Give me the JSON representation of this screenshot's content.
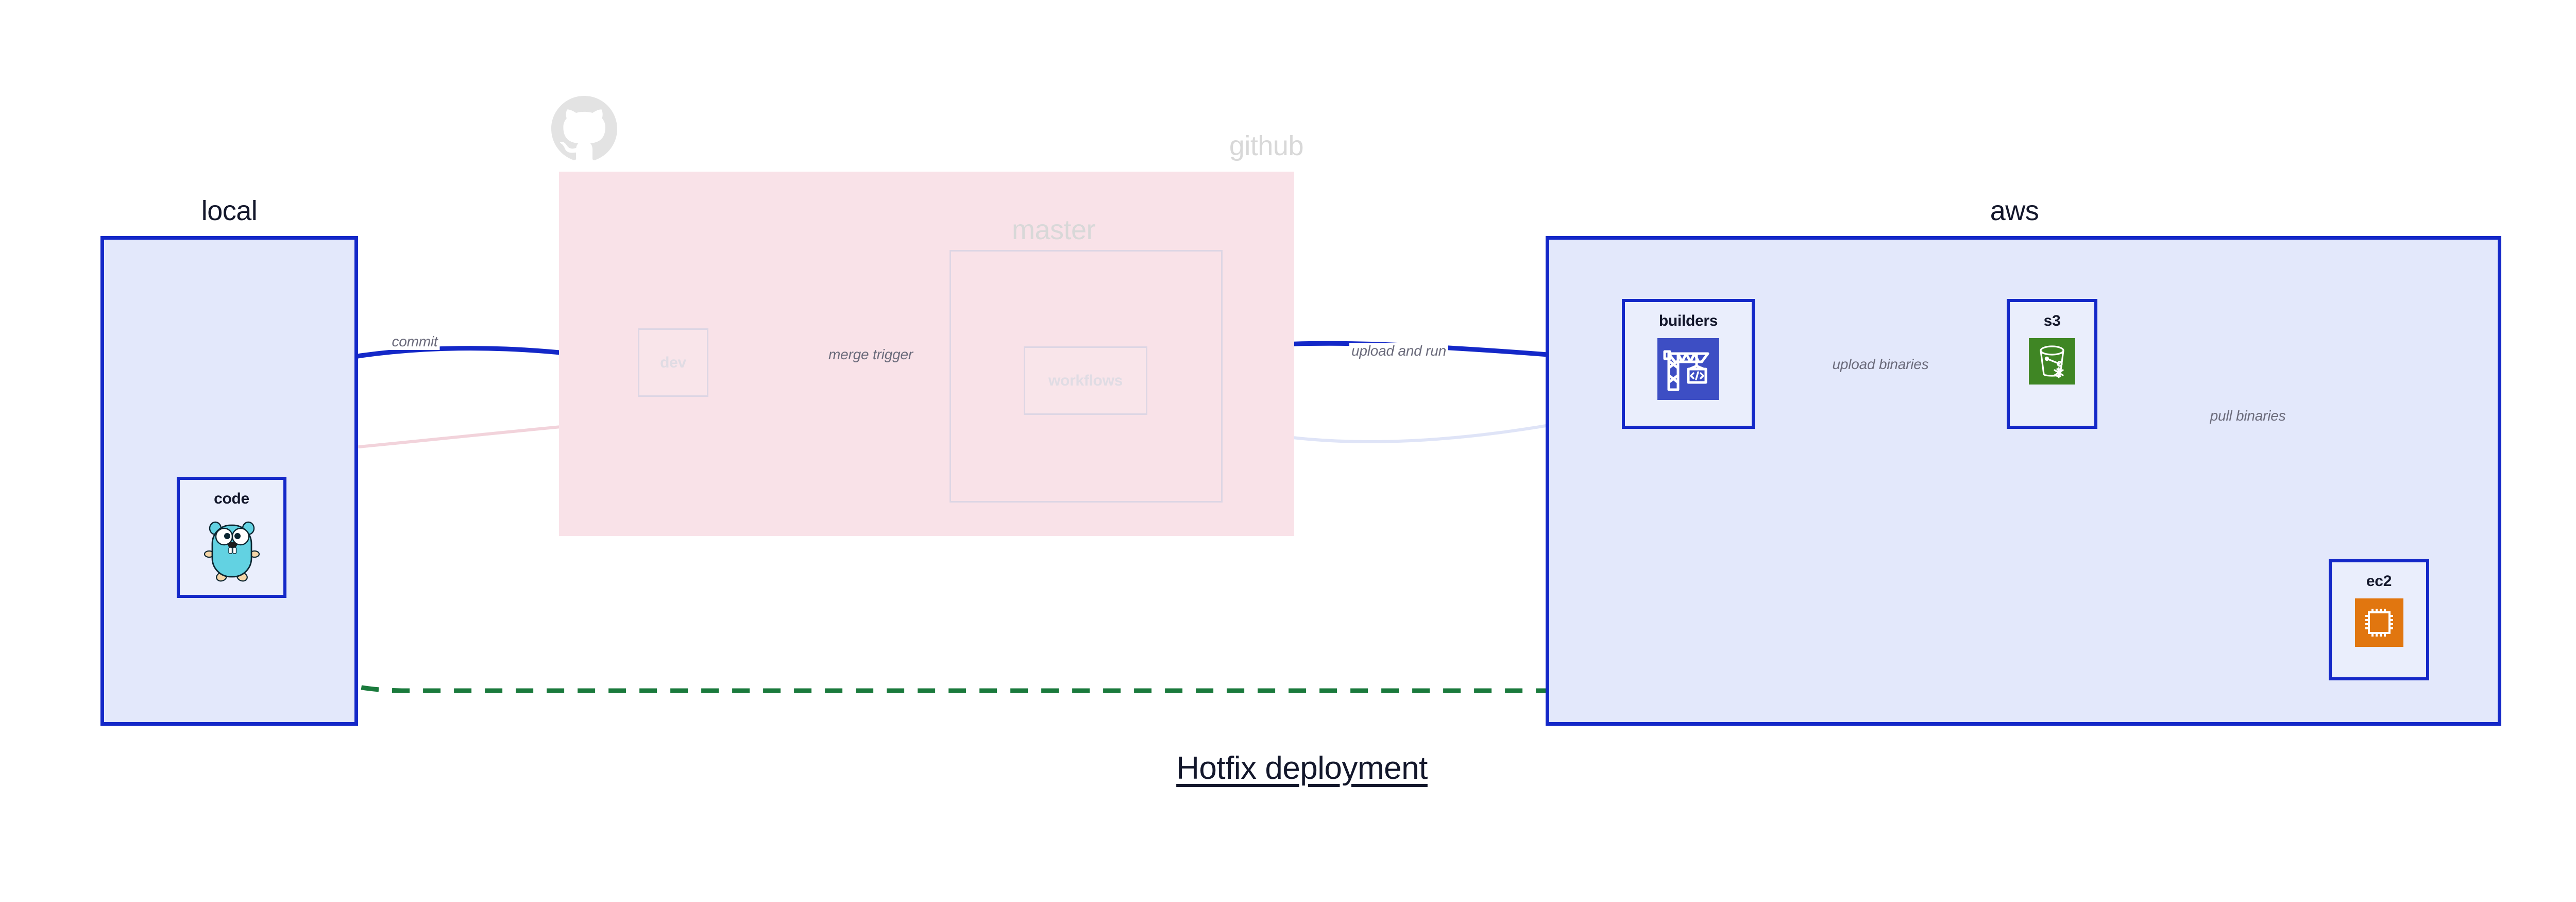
{
  "diagram": {
    "title": "Hotfix deployment",
    "groups": [
      {
        "id": "local",
        "label": "local",
        "color": "#1428c8",
        "fill": "#e3e8fb",
        "faded": false
      },
      {
        "id": "github",
        "label": "github",
        "color": "#ddd6e4",
        "fill": "#f9e2e8",
        "faded": true
      },
      {
        "id": "aws",
        "label": "aws",
        "color": "#1428c8",
        "fill": "#e3e8fb",
        "faded": false
      }
    ],
    "subgroups": [
      {
        "id": "master",
        "label": "master",
        "parent": "github",
        "faded": true
      }
    ],
    "nodes": [
      {
        "id": "code",
        "label": "code",
        "group": "local",
        "icon": "go-gopher-icon",
        "faded": false
      },
      {
        "id": "dev",
        "label": "dev",
        "group": "github",
        "icon": "none",
        "faded": true
      },
      {
        "id": "workflows",
        "label": "workflows",
        "group": "master",
        "icon": "none",
        "faded": true
      },
      {
        "id": "builders",
        "label": "builders",
        "group": "aws",
        "icon": "crane-code-icon",
        "faded": false
      },
      {
        "id": "s3",
        "label": "s3",
        "group": "aws",
        "icon": "bucket-icon",
        "faded": false
      },
      {
        "id": "ec2",
        "label": "ec2",
        "group": "aws",
        "icon": "cpu-chip-icon",
        "faded": false
      }
    ],
    "edges": [
      {
        "id": "e1",
        "from": "code",
        "to": "dev",
        "label": "commit",
        "style": "solid",
        "color": "#1428c8",
        "faded": false
      },
      {
        "id": "e2",
        "from": "dev",
        "to": "workflows",
        "label": "merge trigger",
        "style": "solid",
        "color": "#1428c8",
        "faded": false
      },
      {
        "id": "e3",
        "from": "workflows",
        "to": "builders",
        "label": "upload and run",
        "style": "solid",
        "color": "#1428c8",
        "faded": false
      },
      {
        "id": "e4",
        "from": "builders",
        "to": "s3",
        "label": "upload binaries",
        "style": "solid",
        "color": "#1428c8",
        "faded": false
      },
      {
        "id": "e5",
        "from": "s3",
        "to": "ec2",
        "label": "pull binaries",
        "style": "solid",
        "color": "#1428c8",
        "faded": false
      },
      {
        "id": "e6",
        "from": "code",
        "to": "ec2",
        "label": "",
        "style": "dashed",
        "color": "#1a7a3c",
        "faded": false
      },
      {
        "id": "e7",
        "from": "code",
        "to": "dev",
        "label": "",
        "style": "solid",
        "color": "#f2d3db",
        "faded": true
      },
      {
        "id": "e8",
        "from": "dev",
        "to": "workflows",
        "label": "",
        "style": "solid",
        "color": "#ddd6e4",
        "faded": true
      },
      {
        "id": "e9",
        "from": "workflows",
        "to": "builders",
        "label": "",
        "style": "solid",
        "color": "#dfe4f7",
        "faded": true
      }
    ],
    "icons": {
      "github_logo": "github-octocat-icon"
    },
    "colors": {
      "node_border": "#1428c8",
      "node_fill": "#eaeefc",
      "group_fill_blue": "#e3e8fb",
      "group_fill_pink": "#f9e2e8",
      "edge_blue": "#1428c8",
      "edge_green": "#1a7a3c",
      "label_gray": "#6b6b7b",
      "faded_gray": "#e0dce4",
      "aws_orange": "#e1760f",
      "s3_green": "#3f8624",
      "builders_blue": "#3d4ec4",
      "gopher_cyan": "#62d2e2"
    }
  }
}
